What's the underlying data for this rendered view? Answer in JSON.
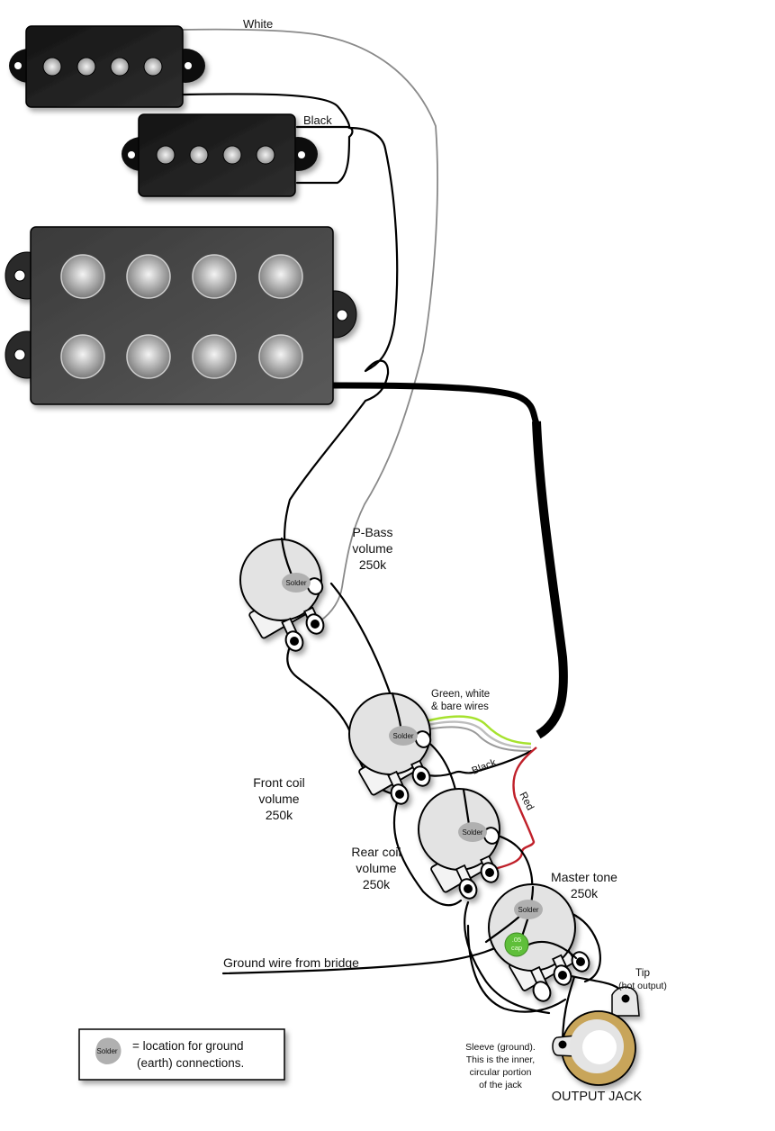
{
  "diagram": {
    "title": "Bass wiring diagram: P-Bass + humbucker, 3 volumes, master tone",
    "colors": {
      "pickup_cover": "#1c1c1c",
      "humbucker_cover": "#4a4a4a",
      "pole_piece": "#c8c8c8",
      "pot_body": "#e3e3e3",
      "solder_blob": "#b0b0b0",
      "cap_green": "#5fbf3a",
      "wire_black": "#000000",
      "wire_white": "#8a8a8a",
      "wire_green": "#a6e22e",
      "wire_red": "#c0202a",
      "jack_ring": "#c8a55a"
    },
    "pickups": [
      {
        "id": "p-bass-upper",
        "type": "P-Bass split coil",
        "poles": 4
      },
      {
        "id": "p-bass-lower",
        "type": "P-Bass split coil",
        "poles": 4
      },
      {
        "id": "humbucker",
        "type": "Humbucker",
        "poles": 8
      }
    ],
    "wire_labels": {
      "white": "White",
      "black_top": "Black",
      "green_white_bare_1": "Green, white",
      "green_white_bare_2": "& bare wires",
      "black_mid": "Black",
      "red": "Red",
      "ground_bridge": "Ground wire from bridge"
    },
    "pots": [
      {
        "id": "pbass-volume",
        "label_lines": [
          "P-Bass",
          "volume",
          "250k"
        ]
      },
      {
        "id": "front-coil-volume",
        "label_lines": [
          "Front coil",
          "volume",
          "250k"
        ]
      },
      {
        "id": "rear-coil-volume",
        "label_lines": [
          "Rear coil",
          "volume",
          "250k"
        ]
      },
      {
        "id": "master-tone",
        "label_lines": [
          "Master tone",
          "250k"
        ]
      }
    ],
    "solder_text": "Solder",
    "capacitor": {
      "line1": ".05",
      "line2": "cap"
    },
    "jack": {
      "title": "OUTPUT JACK",
      "tip_line1": "Tip",
      "tip_line2": "(hot output)",
      "sleeve_lines": [
        "Sleeve (ground).",
        "This is the inner,",
        "circular portion",
        "of the jack"
      ]
    },
    "legend": {
      "solder_text": "Solder",
      "line1": "= location for ground",
      "line2": "(earth) connections."
    }
  }
}
